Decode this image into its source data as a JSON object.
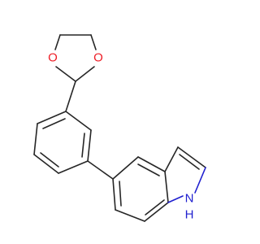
{
  "molecule": {
    "atoms": {
      "o1": "O",
      "o2": "O",
      "nh": "N",
      "h": "H"
    },
    "colors": {
      "bond": "#262626",
      "oxygen": "#ee1c25",
      "nitrogen": "#1f1fcf"
    }
  }
}
